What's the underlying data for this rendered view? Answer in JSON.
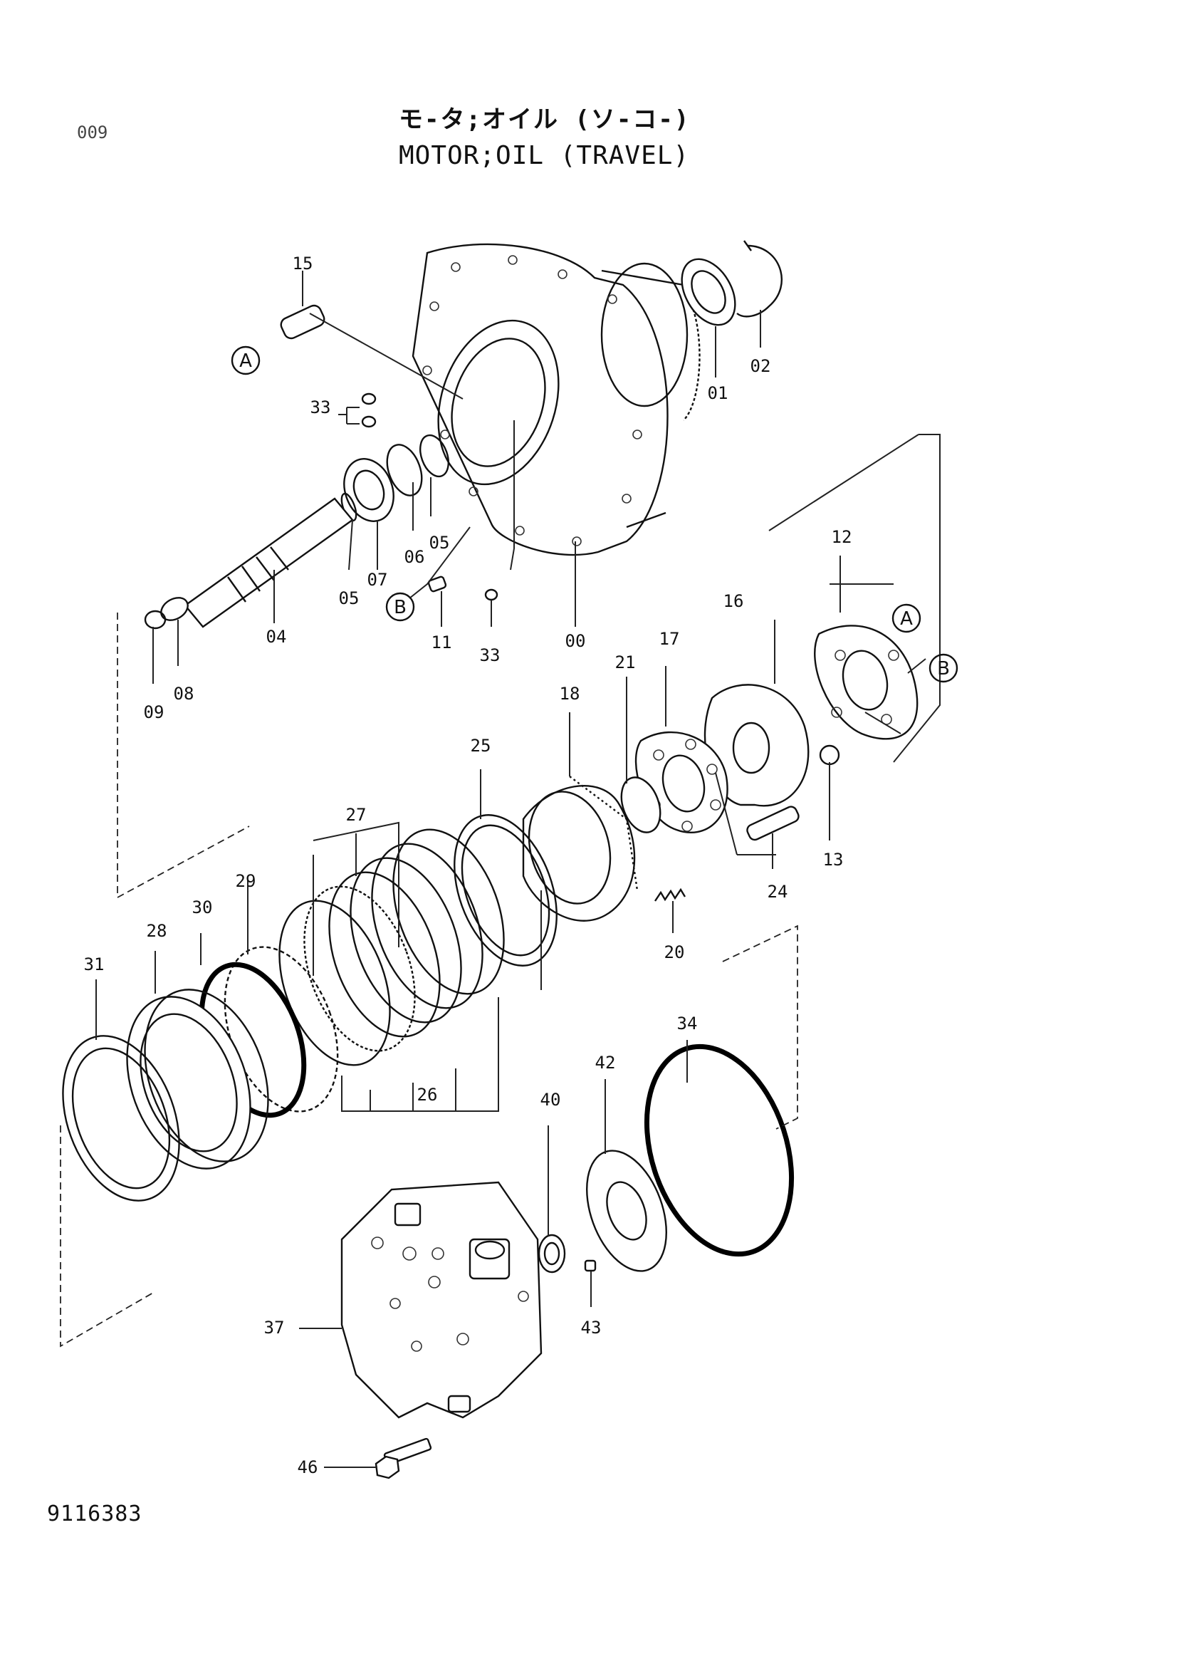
{
  "page_code": "009",
  "title_jp": "モ-タ;オイル (ソ-コ-)",
  "title_en": "MOTOR;OIL (TRAVEL)",
  "doc_number": "9116383",
  "ref_markers": {
    "a": "A",
    "b": "B"
  },
  "part_labels": {
    "p00": "00",
    "p01": "01",
    "p02": "02",
    "p04": "04",
    "p05a": "05",
    "p05b": "05",
    "p06": "06",
    "p07": "07",
    "p08": "08",
    "p09": "09",
    "p11": "11",
    "p12": "12",
    "p13": "13",
    "p15": "15",
    "p16": "16",
    "p17": "17",
    "p18": "18",
    "p20": "20",
    "p21": "21",
    "p24": "24",
    "p25": "25",
    "p26": "26",
    "p27": "27",
    "p28": "28",
    "p29": "29",
    "p30": "30",
    "p31": "31",
    "p33a": "33",
    "p33b": "33",
    "p34": "34",
    "p37": "37",
    "p40": "40",
    "p42": "42",
    "p43": "43",
    "p46": "46"
  }
}
